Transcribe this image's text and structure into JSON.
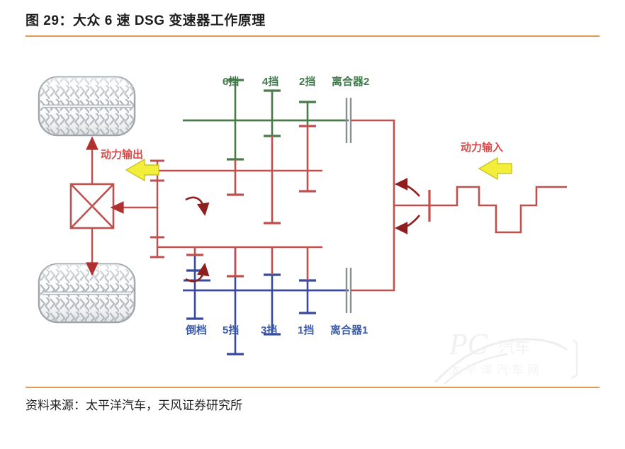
{
  "figure": {
    "title": "图 29：大众 6 速 DSG 变速器工作原理",
    "source": "资料来源：太平洋汽车，天风证券研究所",
    "accent_color": "#e09a53"
  },
  "diagram": {
    "type": "schematic",
    "subject": "Volkswagen 6-speed DSG dual-clutch transmission working principle",
    "colors": {
      "shaft_green": "#4a7a4a",
      "shaft_blue": "#3a4a9a",
      "shaft_red": "#c0504d",
      "arrow_yellow": "#f2ee3a",
      "arrow_dark_red": "#a02020",
      "tire_gray": "#9aa0a4",
      "watermark_gray": "#e2e2e2"
    },
    "labels_top": [
      {
        "text": "6挡",
        "color": "#3f7a4a"
      },
      {
        "text": "4挡",
        "color": "#3f7a4a"
      },
      {
        "text": "2挡",
        "color": "#3f7a4a"
      },
      {
        "text": "离合器2",
        "color": "#3f7a4a"
      }
    ],
    "labels_bottom": [
      {
        "text": "倒档",
        "color": "#3b5aa8"
      },
      {
        "text": "5挡",
        "color": "#3b5aa8"
      },
      {
        "text": "3挡",
        "color": "#3b5aa8"
      },
      {
        "text": "1挡",
        "color": "#3b5aa8"
      },
      {
        "text": "离合器1",
        "color": "#3b5aa8"
      }
    ],
    "annotation_output": "动力输出",
    "annotation_input": "动力输入",
    "watermark": {
      "mark": "PC汽车",
      "sub": "太平洋汽车网"
    }
  }
}
